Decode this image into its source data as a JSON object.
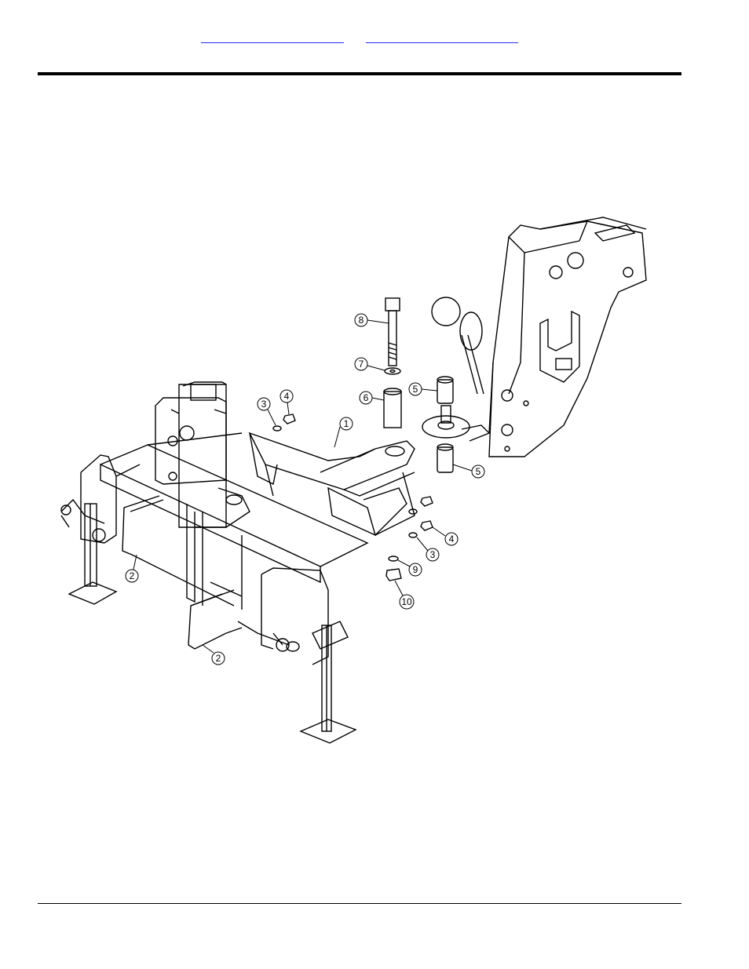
{
  "header": {
    "links": [
      {
        "label": ""
      },
      {
        "label": ""
      }
    ]
  },
  "figure": {
    "callouts": [
      {
        "number": "1"
      },
      {
        "number": "2"
      },
      {
        "number": "2"
      },
      {
        "number": "3"
      },
      {
        "number": "3"
      },
      {
        "number": "4"
      },
      {
        "number": "4"
      },
      {
        "number": "5"
      },
      {
        "number": "5"
      },
      {
        "number": "6"
      },
      {
        "number": "7"
      },
      {
        "number": "8"
      },
      {
        "number": "9"
      },
      {
        "number": "10"
      }
    ]
  },
  "colors": {
    "link": "#2a2ae8",
    "rule": "#000000",
    "drawing": "#000000"
  }
}
